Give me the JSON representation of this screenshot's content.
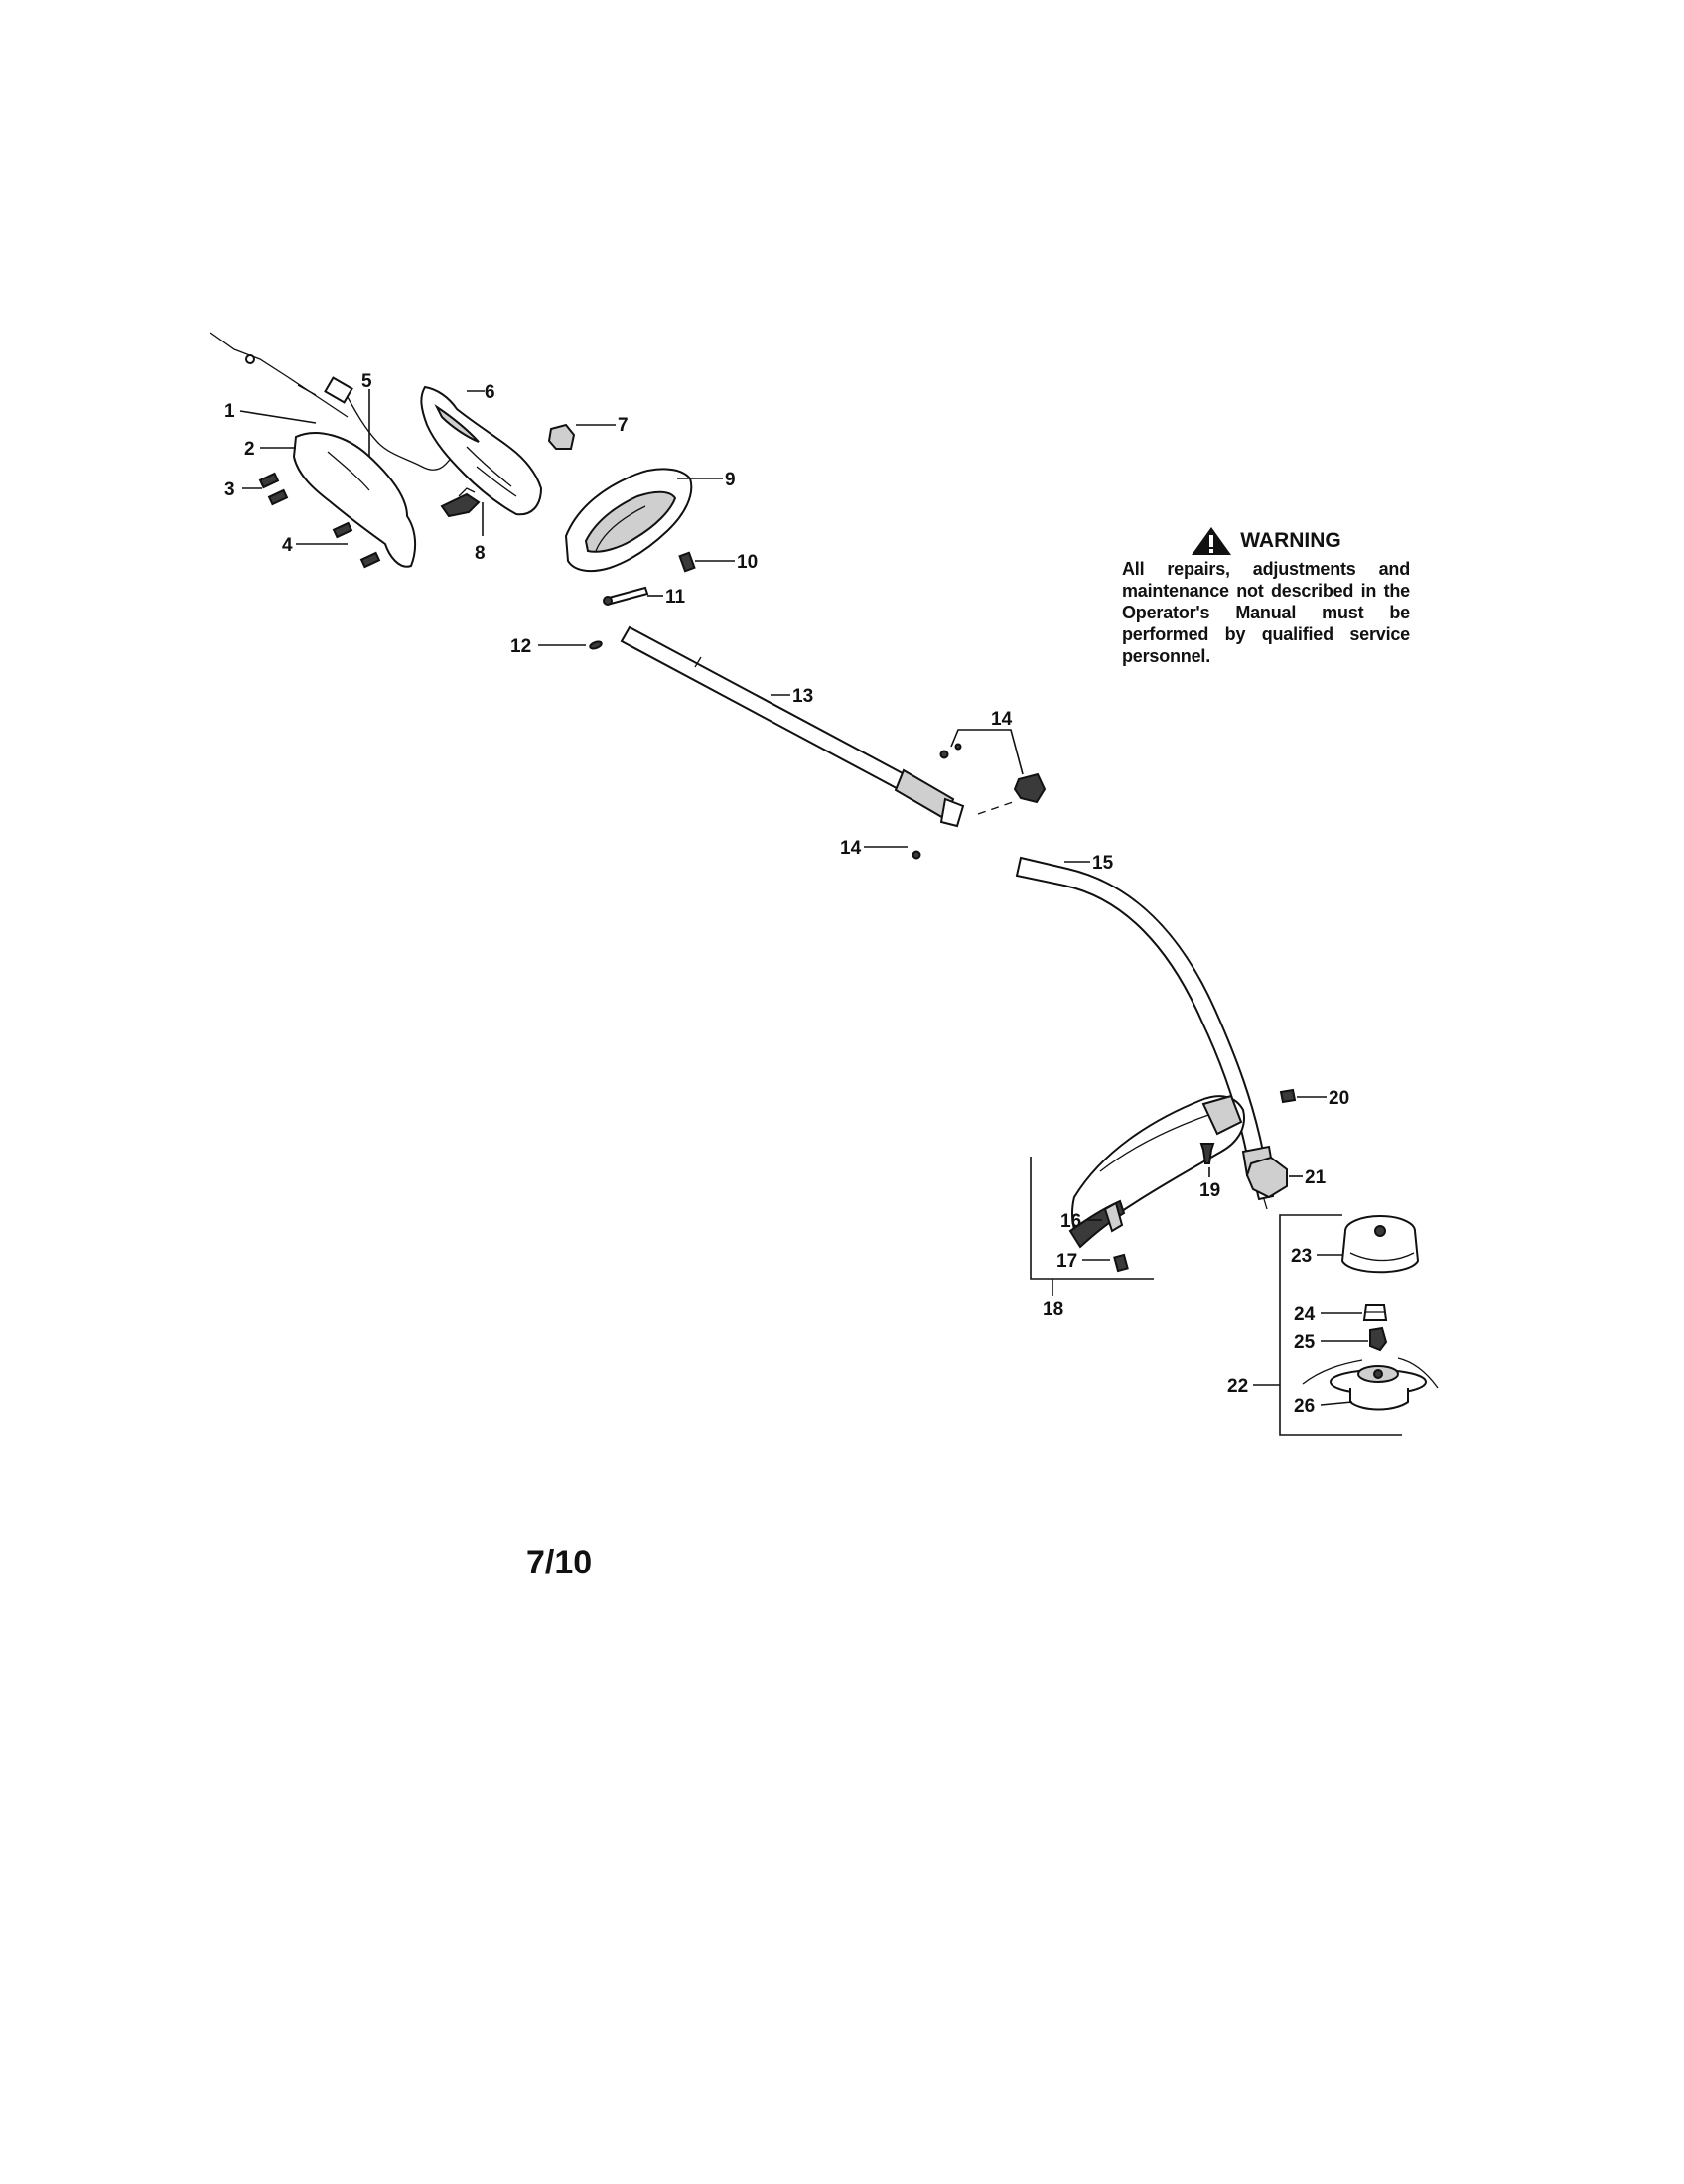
{
  "warning": {
    "title": "WARNING",
    "text": "All repairs, adjustments and maintenance not described in the Operator's Manual must be performed by qualified service personnel."
  },
  "page_number": "7/10",
  "callouts": {
    "c1": "1",
    "c2": "2",
    "c3": "3",
    "c4": "4",
    "c5": "5",
    "c6": "6",
    "c7": "7",
    "c8": "8",
    "c9": "9",
    "c10": "10",
    "c11": "11",
    "c12": "12",
    "c13": "13",
    "c14a": "14",
    "c14b": "14",
    "c15": "15",
    "c16": "16",
    "c17": "17",
    "c18": "18",
    "c19": "19",
    "c20": "20",
    "c21": "21",
    "c22": "22",
    "c23": "23",
    "c24": "24",
    "c25": "25",
    "c26": "26"
  },
  "icons": {
    "warning": "warning-triangle-icon"
  }
}
